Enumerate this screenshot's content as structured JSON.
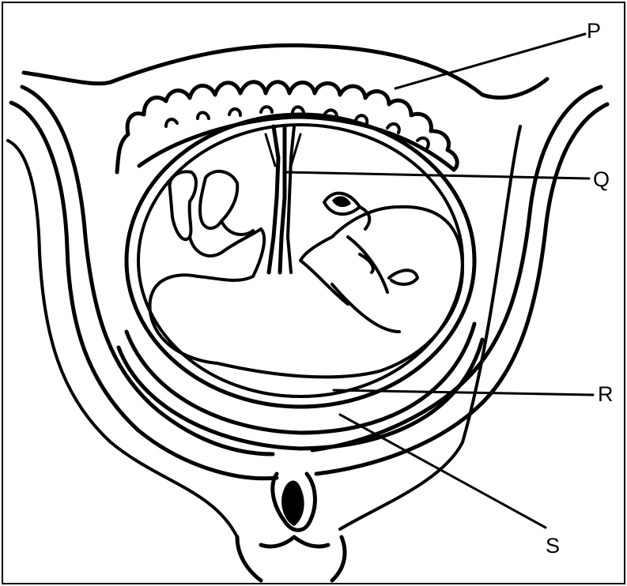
{
  "diagram": {
    "labels": {
      "P": "P",
      "Q": "Q",
      "R": "R",
      "S": "S"
    }
  }
}
